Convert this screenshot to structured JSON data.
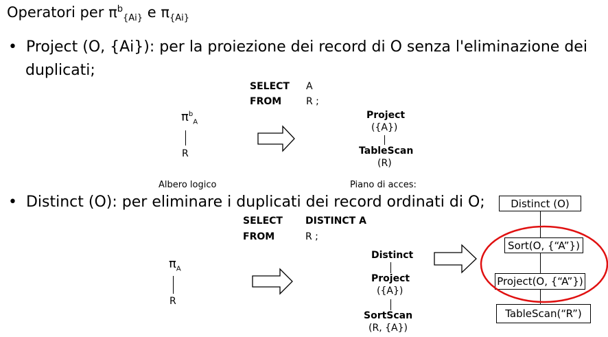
{
  "title": {
    "prefix": "Operatori per ",
    "pi": "π",
    "sup_b": "b",
    "sub1": "{Ai}",
    "mid": " e ",
    "pi2": "π",
    "sub2": "{Ai}"
  },
  "bullet1": {
    "marker": "•",
    "line1": "Project (O, {Ai}): per la proiezione dei record di O senza l'eliminazione dei",
    "line2": "duplicati;"
  },
  "example1": {
    "sql_select_kw": "SELECT",
    "sql_select_val": "A",
    "sql_from_kw": "FROM",
    "sql_from_val": "R ;",
    "tree_pi": "π",
    "tree_sup": "b",
    "tree_sub": "A",
    "tree_leaf": "R",
    "plan_project": "Project",
    "plan_project_arg": "({A})",
    "plan_tablescan": "TableScan",
    "plan_tablescan_arg": "(R)",
    "caption_left": "Albero logico",
    "caption_right": "Piano di acces:"
  },
  "bullet2": {
    "marker": "•",
    "text": "Distinct (O): per eliminare i duplicati dei record ordinati di O;"
  },
  "example2": {
    "sql_select_kw": "SELECT",
    "sql_select_val": "DISTINCT A",
    "sql_from_kw": "FROM",
    "sql_from_val": "R ;",
    "tree_pi": "π",
    "tree_sub": "A",
    "tree_leaf": "R",
    "plan_distinct": "Distinct",
    "plan_project": "Project",
    "plan_project_arg": "({A})",
    "plan_sortscan": "SortScan",
    "plan_sortscan_arg": "(R, {A})"
  },
  "plan_boxes": {
    "distinct": "Distinct (O)",
    "sort": "Sort(O, {“A”})",
    "project": "Project(O, {“A”})",
    "tablescan": "TableScan(“R”)"
  },
  "colors": {
    "highlight_ellipse": "#e01010",
    "text": "#000000"
  }
}
